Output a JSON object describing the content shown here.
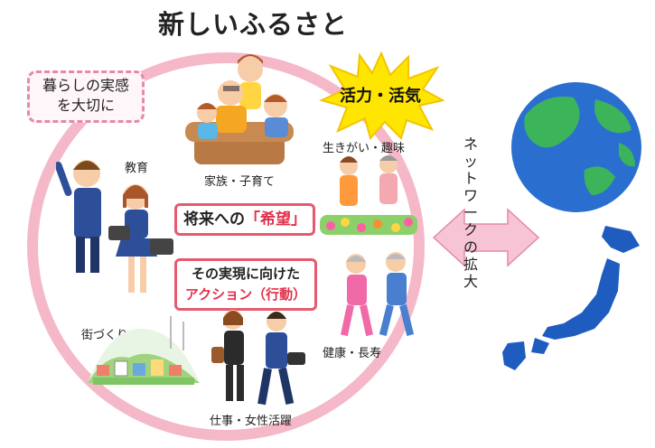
{
  "title": "新しいふるさと",
  "callout": {
    "line1": "暮らしの実感",
    "line2": "を大切に"
  },
  "burst": {
    "text": "活力・活気",
    "fill": "#ffe600",
    "stroke": "#f2c400"
  },
  "labels": {
    "family": "家族・子育て",
    "education": "教育",
    "hobby": "生きがい・趣味",
    "town": "街づくり",
    "work": "仕事・女性活躍",
    "health": "健康・長寿"
  },
  "hope_box": {
    "prefix": "将来への",
    "highlight": "「希望」"
  },
  "action_box": {
    "line1": "その実現に向けた",
    "line2": "アクション（行動）"
  },
  "network": {
    "text": "ネットワークの拡大"
  },
  "colors": {
    "ring": "#f4b8c8",
    "box_border": "#e65a6e",
    "highlight": "#e23049",
    "arrow": "#f6c4d4",
    "globe_ocean": "#2a6fd0",
    "globe_land": "#3cb45a",
    "japan": "#1f5cbf"
  },
  "icons": [
    "family-illustration",
    "students-illustration",
    "gardener-couple-illustration",
    "town-illustration",
    "workers-illustration",
    "elderly-runners-illustration",
    "globe-icon",
    "japan-map-icon"
  ]
}
